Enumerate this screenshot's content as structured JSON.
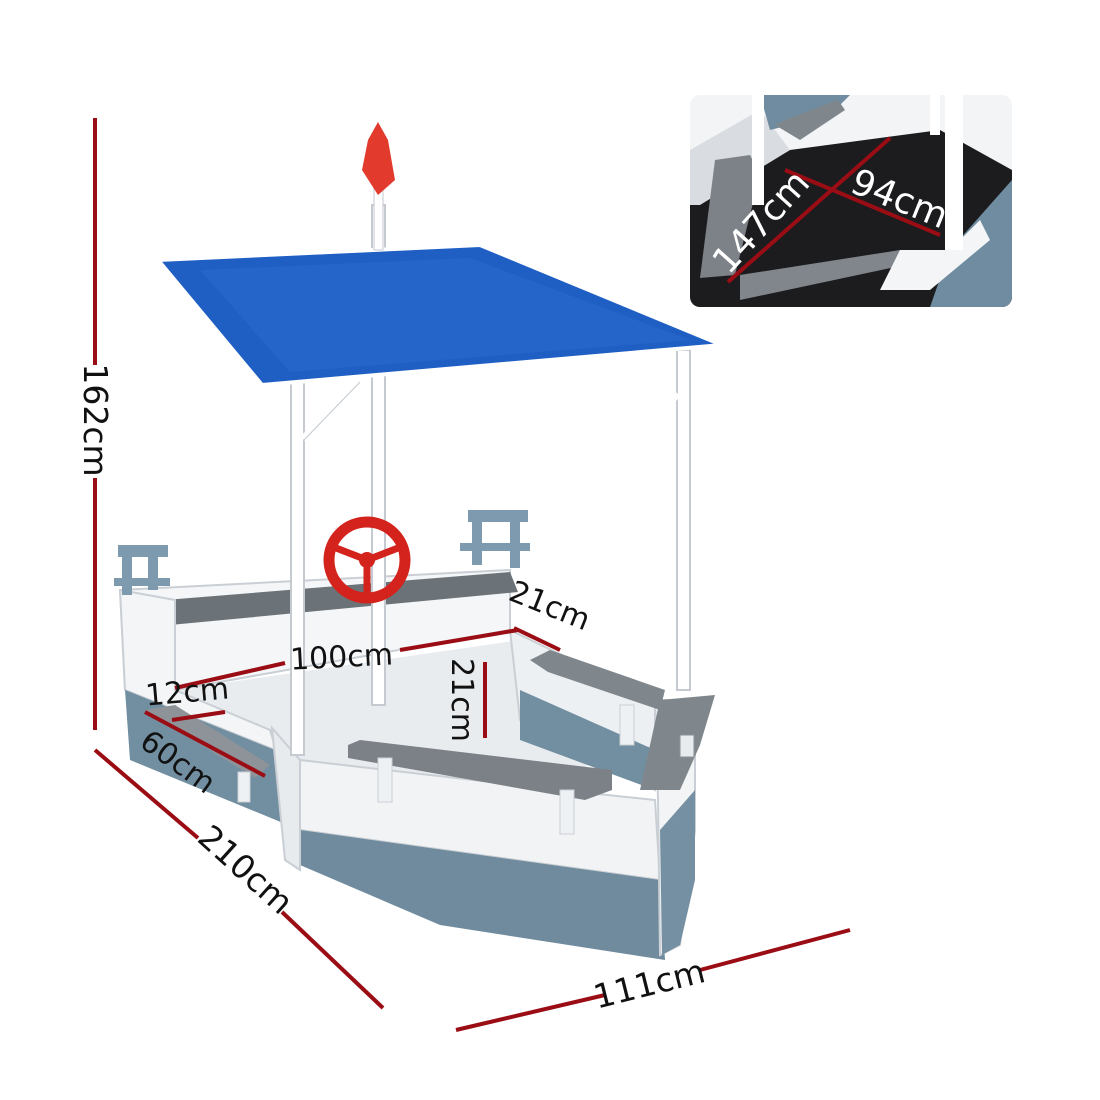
{
  "colors": {
    "dimension_line": "#9b0d14",
    "canopy": "#1f5fc4",
    "hull_blue": "#6e8a9c",
    "hull_white": "#f3f5f7",
    "bench": "#7f858a",
    "wheel": "#d4221c",
    "flag": "#e23a2c"
  },
  "dimensions": {
    "height": "162cm",
    "length": "210cm",
    "width": "111cm",
    "inner_back": "100cm",
    "back_bench_depth": "21cm",
    "inner_depth": "21cm",
    "side_bench_width": "12cm",
    "side_bench_length": "60cm"
  },
  "inset": {
    "length": "147cm",
    "width": "94cm"
  }
}
